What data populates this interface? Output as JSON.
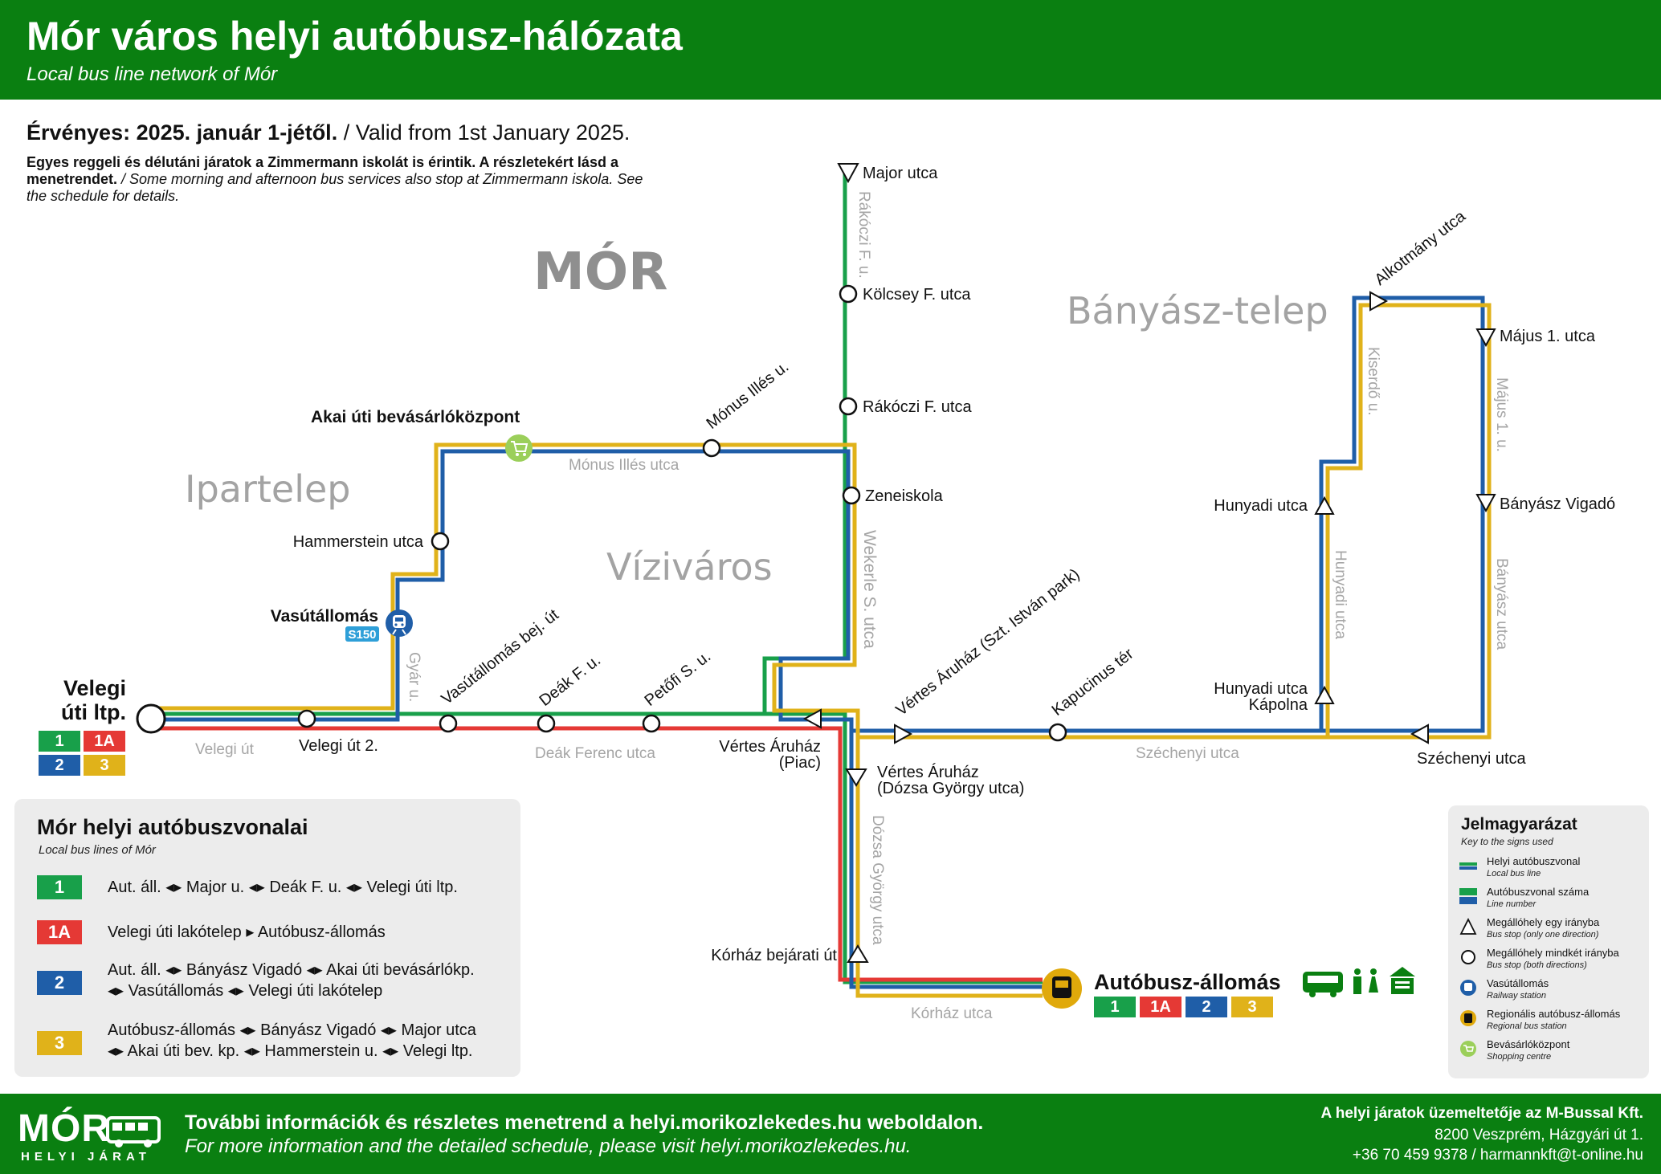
{
  "header": {
    "title": "Mór város helyi autóbusz-hálózata",
    "subtitle": "Local bus line network of Mór"
  },
  "validity": {
    "bold": "Érvényes: 2025. január 1-jétől.",
    "rest": " / Valid from 1st January 2025."
  },
  "note": {
    "bold": "Egyes reggeli és délutáni járatok a Zimmermann iskolát is érintik. A részletekért lásd a menetrendet.",
    "rest": " / Some morning and afternoon bus services also stop at Zimmermann iskola. See the schedule for details."
  },
  "areas": {
    "mor": "MÓR",
    "banyasz": "Bányász-telep",
    "ipartelep": "Ipartelep",
    "vizivaros": "Víziváros"
  },
  "stops": {
    "major": "Major utca",
    "kolcsey": "Kölcsey F. utca",
    "rakoczi": "Rákóczi F. utca",
    "zeneiskola": "Zeneiskola",
    "monus": "Mónus Illés u.",
    "akai": "Akai úti bevásárlóközpont",
    "hammerstein": "Hammerstein utca",
    "vasutallomas": "Vasútállomás",
    "velegi_ltp_1": "Velegi",
    "velegi_ltp_2": "úti ltp.",
    "velegi2": "Velegi út 2.",
    "vasut_bej": "Vasútállomás bej. út",
    "deak": "Deák F. u.",
    "petofi": "Petőfi S. u.",
    "vertes_piac_1": "Vértes Áruház",
    "vertes_piac_2": "(Piac)",
    "vertes_park": "Vértes Áruház (Szt. István park)",
    "kapucinus": "Kapucinus tér",
    "vertes_dozsa_1": "Vértes Áruház",
    "vertes_dozsa_2": "(Dózsa György utca)",
    "korhaz": "Kórház bejárati út",
    "alkotmany": "Alkotmány utca",
    "majus1": "Május 1. utca",
    "banyasz_vigado": "Bányász Vigadó",
    "hunyadi": "Hunyadi utca",
    "hunyadi_kap_1": "Hunyadi utca",
    "hunyadi_kap_2": "Kápolna",
    "szechenyi": "Széchenyi utca",
    "autobusz": "Autóbusz-állomás"
  },
  "streets": {
    "rakoczi": "Rákóczi F. u.",
    "monus": "Mónus Illés utca",
    "wekerle": "Wekerle S. utca",
    "gyar": "Gyár u.",
    "velegi": "Velegi út",
    "deak": "Deák Ferenc utca",
    "szechenyi": "Széchenyi utca",
    "dozsa": "Dózsa György utca",
    "korhaz": "Kórház utca",
    "kiserdo": "Kiserdő u.",
    "hunyadi": "Hunyadi utca",
    "majus1": "Május 1. u.",
    "banyasz": "Bányász utca"
  },
  "rail_badge": "S150",
  "badges": [
    "1",
    "1A",
    "2",
    "3"
  ],
  "colors": {
    "green": "#0a7f11",
    "line1": "#18a04a",
    "line1a": "#e53935",
    "line2": "#1f5ea8",
    "line3": "#e0b21a"
  },
  "lines_panel": {
    "title": "Mór helyi autóbuszvonalai",
    "subtitle": "Local bus lines of Mór",
    "lines": [
      {
        "badge": "1",
        "d1": "Aut. áll. ◂▸ Major u. ◂▸ Deák F. u. ◂▸ Velegi úti ltp.",
        "d2": ""
      },
      {
        "badge": "1A",
        "d1": "Velegi úti lakótelep ▸ Autóbusz-állomás",
        "d2": ""
      },
      {
        "badge": "2",
        "d1": "Aut. áll. ◂▸ Bányász Vigadó ◂▸ Akai úti bevásárlókp.",
        "d2": "◂▸ Vasútállomás ◂▸ Velegi úti lakótelep"
      },
      {
        "badge": "3",
        "d1": "Autóbusz-állomás ◂▸ Bányász Vigadó ◂▸ Major utca",
        "d2": "◂▸ Akai úti bev. kp. ◂▸ Hammerstein u. ◂▸ Velegi ltp."
      }
    ]
  },
  "legend": {
    "title": "Jelmagyarázat",
    "subtitle": "Key to the signs used",
    "items": [
      {
        "icon": "bus-line-icon",
        "a": "Helyi autóbuszvonal",
        "b": "Local bus line"
      },
      {
        "icon": "line-number-icon",
        "a": "Autóbuszvonal száma",
        "b": "Line number"
      },
      {
        "icon": "one-direction-stop-icon",
        "a": "Megállóhely egy irányba",
        "b": "Bus stop (only one direction)"
      },
      {
        "icon": "both-direction-stop-icon",
        "a": "Megállóhely mindkét irányba",
        "b": "Bus stop (both directions)"
      },
      {
        "icon": "railway-station-icon",
        "a": "Vasútállomás",
        "b": "Railway station"
      },
      {
        "icon": "regional-bus-station-icon",
        "a": "Regionális autóbusz-állomás",
        "b": "Regional bus station"
      },
      {
        "icon": "shopping-centre-icon",
        "a": "Bevásárlóközpont",
        "b": "Shopping centre"
      }
    ]
  },
  "footer": {
    "brand": "MÓR",
    "brand_sub": "HELYI JÁRAT",
    "info1": "További információk és részletes menetrend a helyi.morikozlekedes.hu weboldalon.",
    "info2": "For more information and the detailed schedule, please visit helyi.morikozlekedes.hu.",
    "operator": "A helyi járatok üzemeltetője az M-Bussal Kft.",
    "address": "8200 Veszprém, Házgyári út 1.",
    "contact": "+36 70 459 9378  /  harmannkft@t-online.hu"
  }
}
